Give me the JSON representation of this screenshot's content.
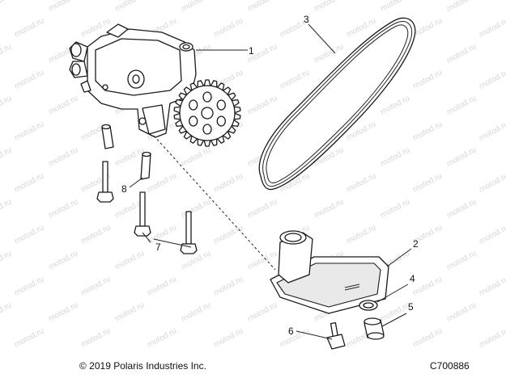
{
  "diagram": {
    "watermark_text": "motod.ru",
    "callouts": [
      {
        "id": "1",
        "part": "oil-pump"
      },
      {
        "id": "2",
        "part": "oil-pickup-screen"
      },
      {
        "id": "3",
        "part": "drive-belt"
      },
      {
        "id": "4",
        "part": "o-ring"
      },
      {
        "id": "5",
        "part": "plug"
      },
      {
        "id": "6",
        "part": "screw"
      },
      {
        "id": "7",
        "part": "bolt"
      },
      {
        "id": "8",
        "part": "dowel-pin"
      }
    ],
    "copyright": "© 2019 Polaris Industries Inc.",
    "drawing_number": "C700886"
  }
}
